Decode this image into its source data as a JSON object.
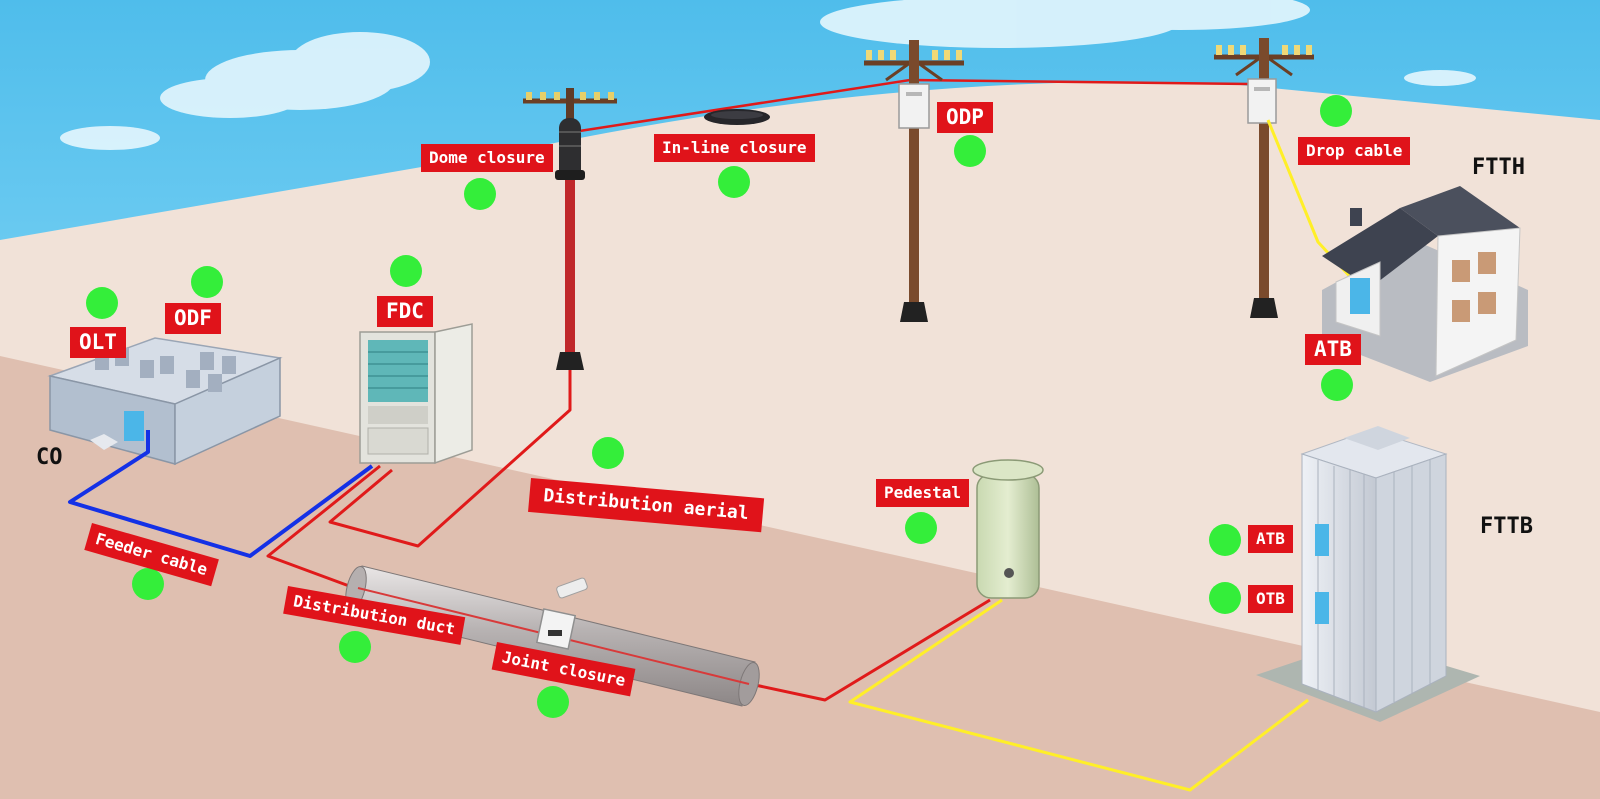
{
  "colors": {
    "sky": "#5bc5f0",
    "ground_far": "#f1e2d8",
    "ground_near": "#dfbfb0",
    "label_bg": "#e0131a",
    "label_text": "#ffffff",
    "marker": "#34ee3a",
    "feeder_cable": "#1431e6",
    "distribution_cable": "#e01a1a",
    "drop_cable": "#ffef28",
    "pole": "#7a4a2c"
  },
  "labels": {
    "olt": "OLT",
    "odf": "ODF",
    "co": "CO",
    "fdc": "FDC",
    "dome_closure": "Dome closure",
    "inline_closure": "In-line closure",
    "odp": "ODP",
    "drop_cable": "Drop cable",
    "ftth": "FTTH",
    "atb_house": "ATB",
    "distribution_aerial": "Distribution aerial",
    "pedestal": "Pedestal",
    "fttb": "FTTB",
    "atb_building": "ATB",
    "otb": "OTB",
    "feeder_cable": "Feeder cable",
    "distribution_duct": "Distribution duct",
    "joint_closure": "Joint closure"
  },
  "icons": {
    "central_office": "central-office-building-icon",
    "fdc_cabinet": "fiber-distribution-cabinet-icon",
    "pole": "utility-pole-icon",
    "dome_closure": "dome-closure-icon",
    "inline_closure": "inline-closure-icon",
    "odp_box": "distribution-box-icon",
    "house": "house-icon",
    "tower": "apartment-tower-icon",
    "pedestal": "pedestal-icon",
    "duct": "duct-pipe-icon",
    "joint_closure": "joint-closure-icon",
    "marker": "green-dot-icon"
  }
}
